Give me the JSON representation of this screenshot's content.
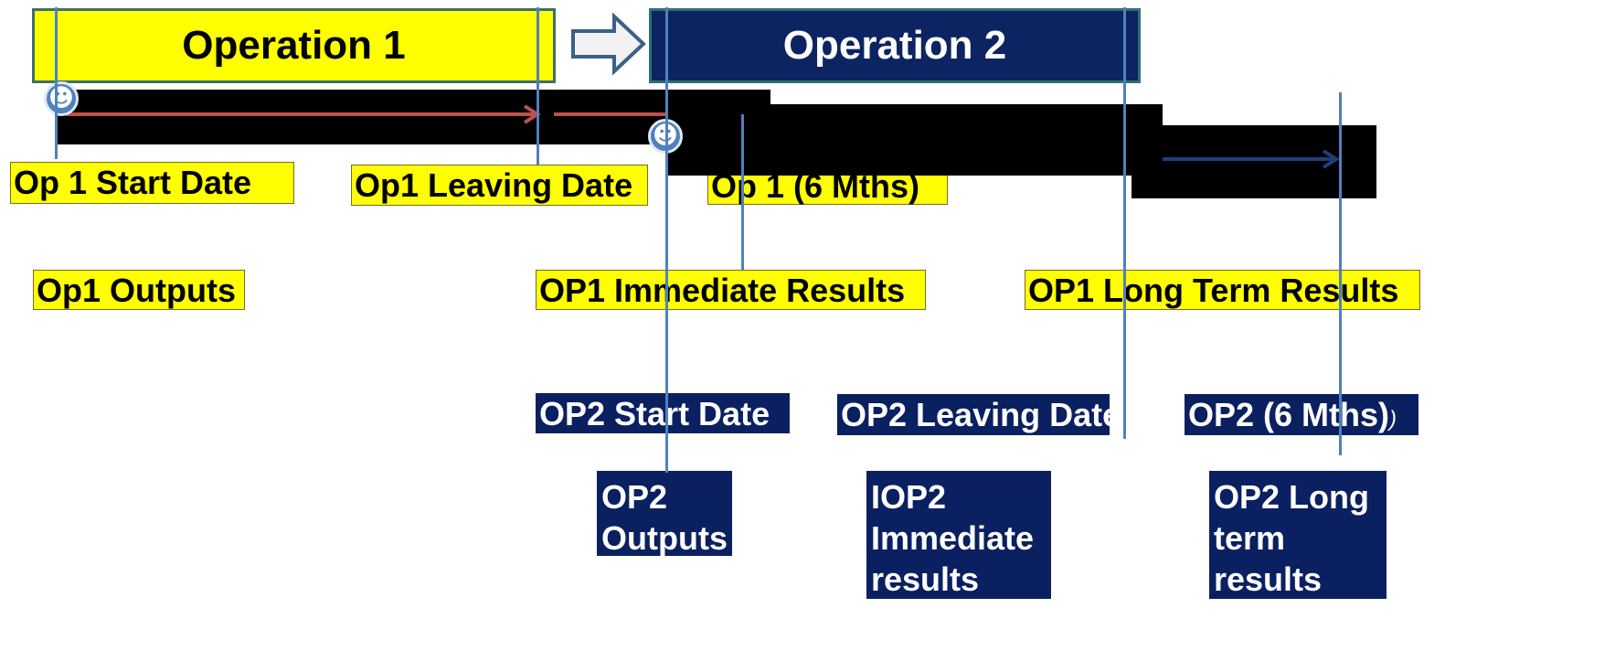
{
  "headers": {
    "op1": "Operation 1",
    "op2": "Operation 2"
  },
  "icons": {
    "next_arrow": "right-arrow",
    "person_1": "smiley-face",
    "person_2": "smiley-face"
  },
  "op1_labels": {
    "start_date": "Op 1 Start Date",
    "leaving_date": "Op1 Leaving Date",
    "six_months": "Op 1 (6 Mths)",
    "outputs": "Op1 Outputs",
    "immediate_results": "OP1 Immediate Results",
    "long_term_results": "OP1 Long Term Results"
  },
  "op2_labels": {
    "start_date": "OP2 Start Date",
    "leaving_date": "OP2 Leaving Date",
    "six_months": "OP2  (6 Mths)",
    "six_months_suffix": ")",
    "outputs": "OP2 Outputs",
    "immediate_results": "IOP2 Immediate results",
    "long_term_results": "OP2 Long term results"
  },
  "colors": {
    "op1_fill": "#ffff00",
    "op2_fill": "#0c2461",
    "op1_arrow": "#c0504d",
    "op2_arrow": "#31859c",
    "marker_line": "#4f81bd"
  }
}
